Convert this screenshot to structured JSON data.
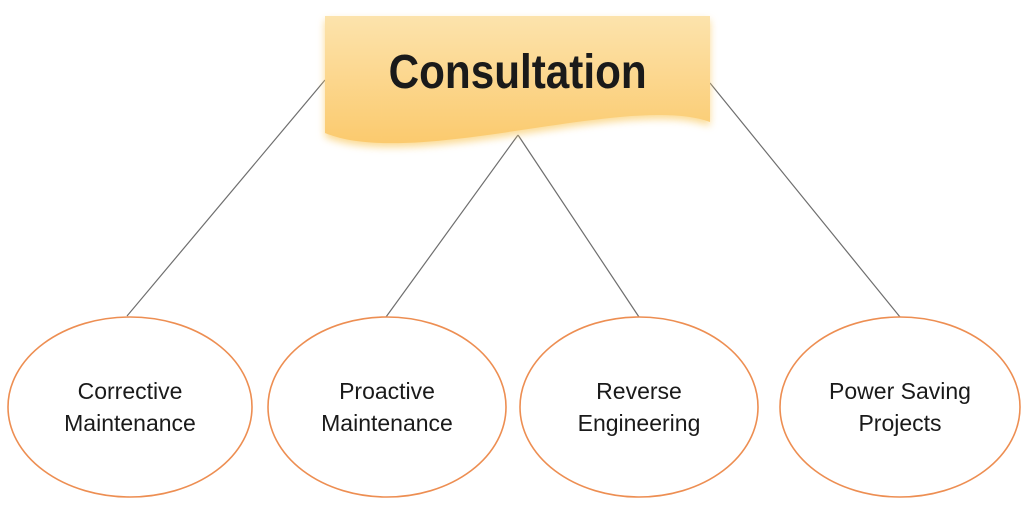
{
  "title": {
    "label": "Consultation"
  },
  "nodes": [
    {
      "label": "Corrective Maintenance"
    },
    {
      "label": "Proactive Maintenance"
    },
    {
      "label": "Reverse Engineering"
    },
    {
      "label": "Power Saving Projects"
    }
  ],
  "colors": {
    "box_gradient_top": "#fce3ac",
    "box_gradient_bottom": "#fbca6e",
    "box_shadow": "#f7d28d",
    "ellipse_stroke": "#ed8e52",
    "connector": "#6e6e6e",
    "text": "#1a1a1a",
    "background": "#ffffff"
  }
}
